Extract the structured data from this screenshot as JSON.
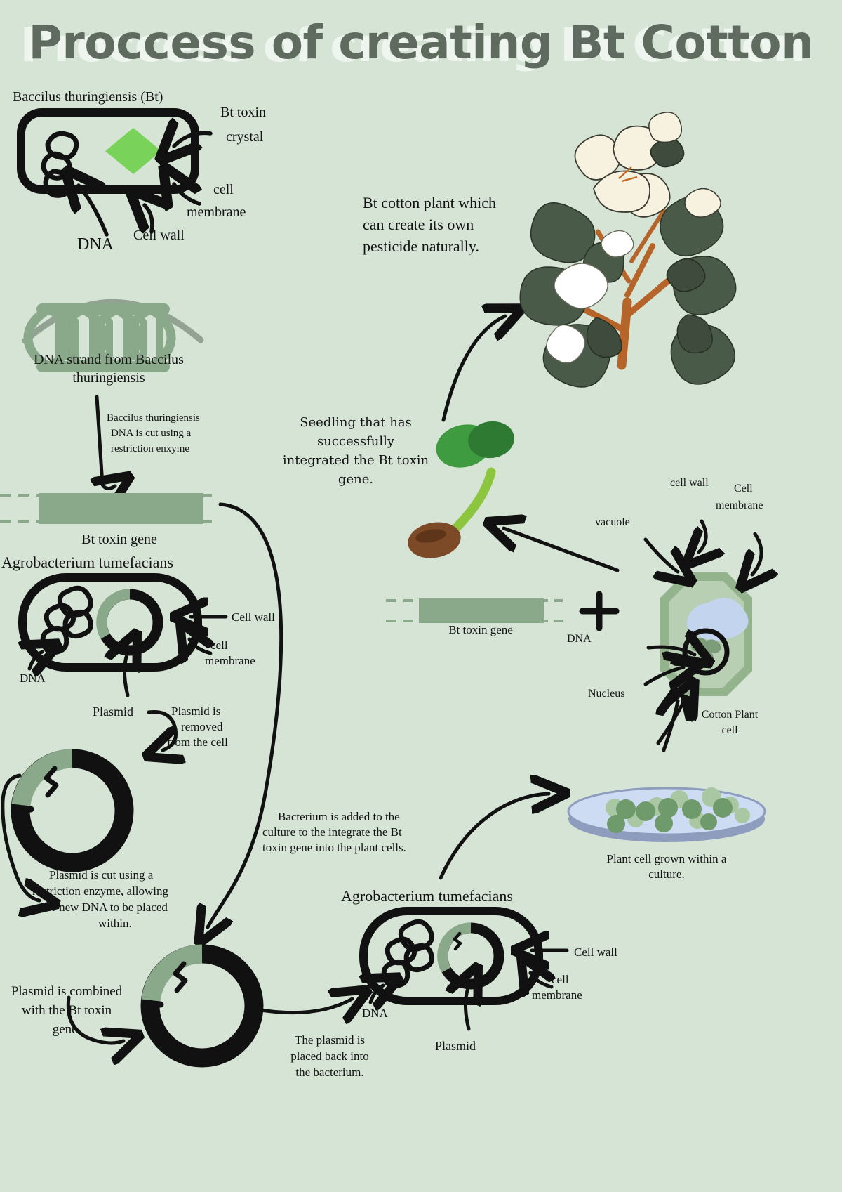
{
  "title": {
    "text": "Proccess of creating Bt Cotton",
    "color": "#5f6b5e",
    "shadow_color": "#eef5ee"
  },
  "theme": {
    "background": "#d6e4d6",
    "ink": "#111111",
    "gene_green": "#8aa98a",
    "crystal_green": "#79d35a",
    "cell_fill": "#b9cfb4",
    "cell_wall": "#93b38d",
    "vacuole_blue": "#c3d4ef",
    "dish_blue": "#cddcf2",
    "dish_rim": "#8e9dbd",
    "dna_green": "#8aa98a",
    "arc_gray": "#93a393",
    "seed_brown": "#7c4a26",
    "stem_green": "#8cc63f",
    "leaf_green": "#3f9b3f",
    "leaf_dark": "#2e7a33",
    "colony_dark": "#6f9a6b",
    "colony_light": "#a9c7a3"
  },
  "bt_cell": {
    "heading": "Baccilus thuringiensis (Bt)",
    "labels": {
      "toxin_crystal": "Bt toxin\ncrystal",
      "toxin_crystal_line1": "Bt toxin",
      "toxin_crystal_line2": "crystal",
      "cell_membrane_line1": "cell",
      "cell_membrane_line2": "membrane",
      "cell_wall": "Cell wall",
      "dna": "DNA"
    }
  },
  "dna_strand": {
    "caption_line1": "DNA strand from Baccilus",
    "caption_line2": "thuringiensis"
  },
  "cut_step": {
    "note_line1": "Baccilus thuringiensis",
    "note_line2": "DNA is cut using a",
    "note_line3": "restriction enxyme"
  },
  "gene_bar_left": {
    "label": "Bt toxin gene"
  },
  "agro_top": {
    "heading": "Agrobacterium tumefacians",
    "labels": {
      "cell_wall": "Cell wall",
      "cell_membrane_line1": "cell",
      "cell_membrane_line2": "membrane",
      "dna": "DNA",
      "plasmid": "Plasmid"
    },
    "note_line1": "Plasmid is",
    "note_line2": "removed",
    "note_line3": "from the cell"
  },
  "plasmid_cut": {
    "note_line1": "Plasmid is cut using a",
    "note_line2": "restriction enzyme, allowing",
    "note_line3": "for new DNA to be placed",
    "note_line4": "within."
  },
  "plasmid_combined": {
    "note_line1": "Plasmid is combined",
    "note_line2": "with the Bt toxin",
    "note_line3": "gene."
  },
  "agro_bottom": {
    "heading": "Agrobacterium tumefacians",
    "labels": {
      "cell_wall": "Cell wall",
      "cell_membrane_line1": "cell",
      "cell_membrane_line2": "membrane",
      "dna": "DNA",
      "plasmid": "Plasmid"
    },
    "note_line1": "The plasmid is",
    "note_line2": "placed back into",
    "note_line3": "the bacterium."
  },
  "bacterium_added": {
    "note_line1": "Bacterium is added to the",
    "note_line2": "culture to the integrate the Bt",
    "note_line3": "toxin gene into the plant cells."
  },
  "culture": {
    "caption_line1": "Plant cell grown within a",
    "caption_line2": "culture."
  },
  "plant_cell": {
    "labels": {
      "cell_wall": "cell wall",
      "cell_membrane_line1": "Cell",
      "cell_membrane_line2": "membrane",
      "vacuole": "vacuole",
      "dna": "DNA",
      "nucleus": "Nucleus",
      "cotton_plant_cell_line1": "Cotton Plant",
      "cotton_plant_cell_line2": "cell"
    },
    "plus_sign": "+"
  },
  "gene_bar_mid": {
    "label": "Bt toxin gene"
  },
  "seedling": {
    "note_line1": "Seedling that has",
    "note_line2": "successfully",
    "note_line3": "integrated the Bt toxin",
    "note_line4": "gene."
  },
  "cotton_plant": {
    "note_line1": "Bt cotton plant which",
    "note_line2": "can create its own",
    "note_line3": "pesticide naturally."
  }
}
